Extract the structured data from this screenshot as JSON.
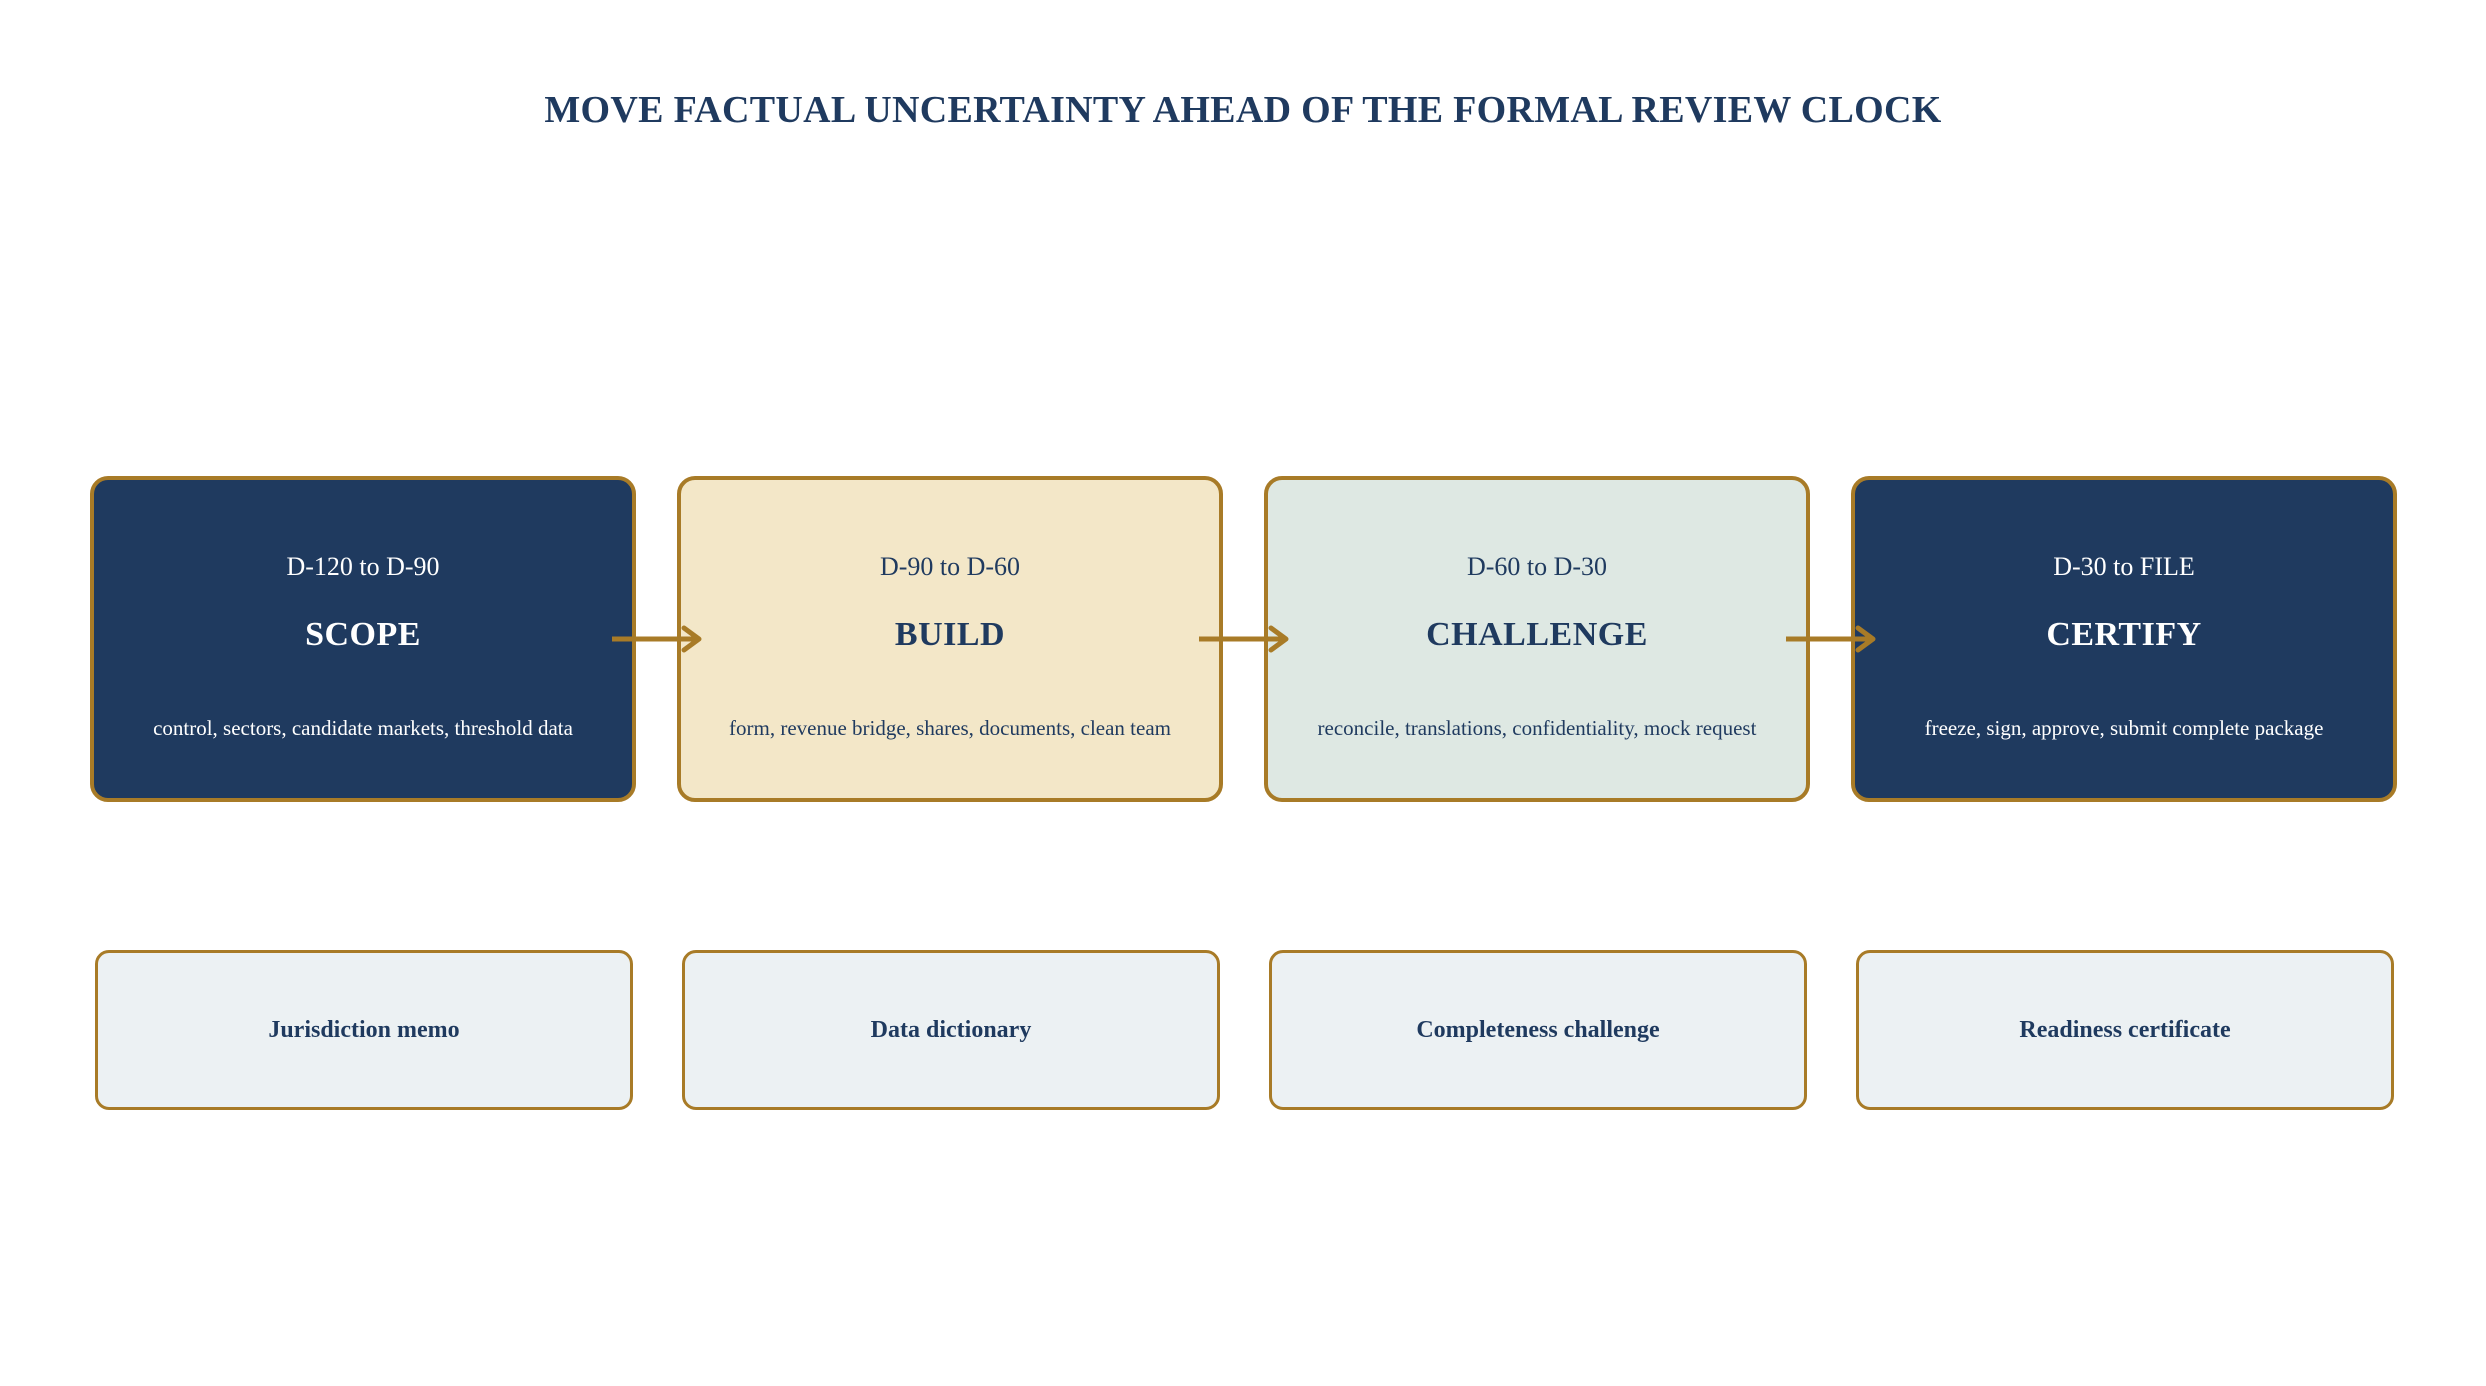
{
  "title": "MOVE FACTUAL UNCERTAINTY AHEAD OF THE FORMAL REVIEW CLOCK",
  "phases": [
    {
      "range": "D-120 to D-90",
      "name": "SCOPE",
      "desc": "control, sectors, candidate markets, threshold data",
      "fill": "#1f3a5f"
    },
    {
      "range": "D-90 to D-60",
      "name": "BUILD",
      "desc": "form, revenue bridge, shares, documents, clean team",
      "fill": "#f3e7c8"
    },
    {
      "range": "D-60 to D-30",
      "name": "CHALLENGE",
      "desc": "reconcile, translations, confidentiality, mock request",
      "fill": "#dee8e3"
    },
    {
      "range": "D-30 to FILE",
      "name": "CERTIFY",
      "desc": "freeze, sign, approve, submit complete package",
      "fill": "#1f3a5f"
    }
  ],
  "deliverables": [
    {
      "label": "Jurisdiction memo"
    },
    {
      "label": "Data dictionary"
    },
    {
      "label": "Completeness challenge"
    },
    {
      "label": "Readiness certificate"
    }
  ],
  "colors": {
    "navy": "#1f3a5f",
    "gold_border": "#a87b27",
    "cream": "#f3e7c8",
    "mint": "#dee8e3",
    "deliverable_fill": "#ecf1f3"
  }
}
